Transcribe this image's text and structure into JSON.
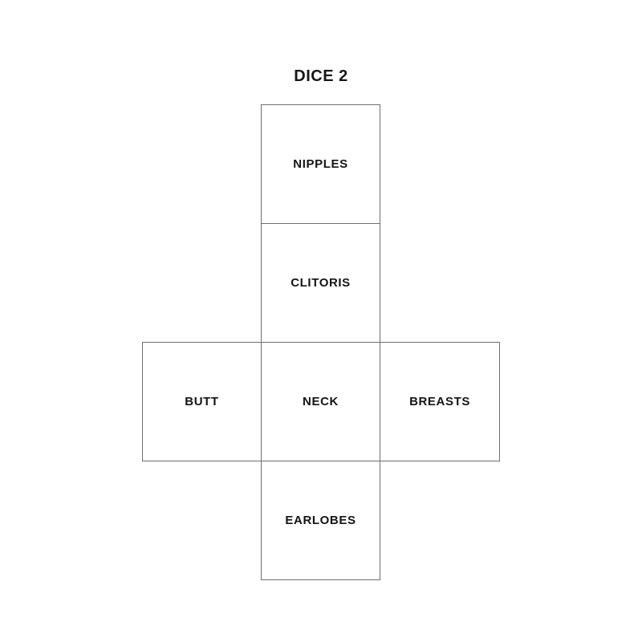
{
  "title": "DICE 2",
  "net": {
    "type": "cube-net-cross",
    "faces": [
      {
        "label": "NIPPLES",
        "position": "top-of-column"
      },
      {
        "label": "CLITORIS",
        "position": "upper-middle-of-column"
      },
      {
        "label": "BUTT",
        "position": "middle-row-left"
      },
      {
        "label": "NECK",
        "position": "center"
      },
      {
        "label": "BREASTS",
        "position": "middle-row-right"
      },
      {
        "label": "EARLOBES",
        "position": "bottom-of-column"
      }
    ]
  },
  "colors": {
    "background": "#ffffff",
    "face_border": "#6e6e6e",
    "text": "#141414"
  }
}
